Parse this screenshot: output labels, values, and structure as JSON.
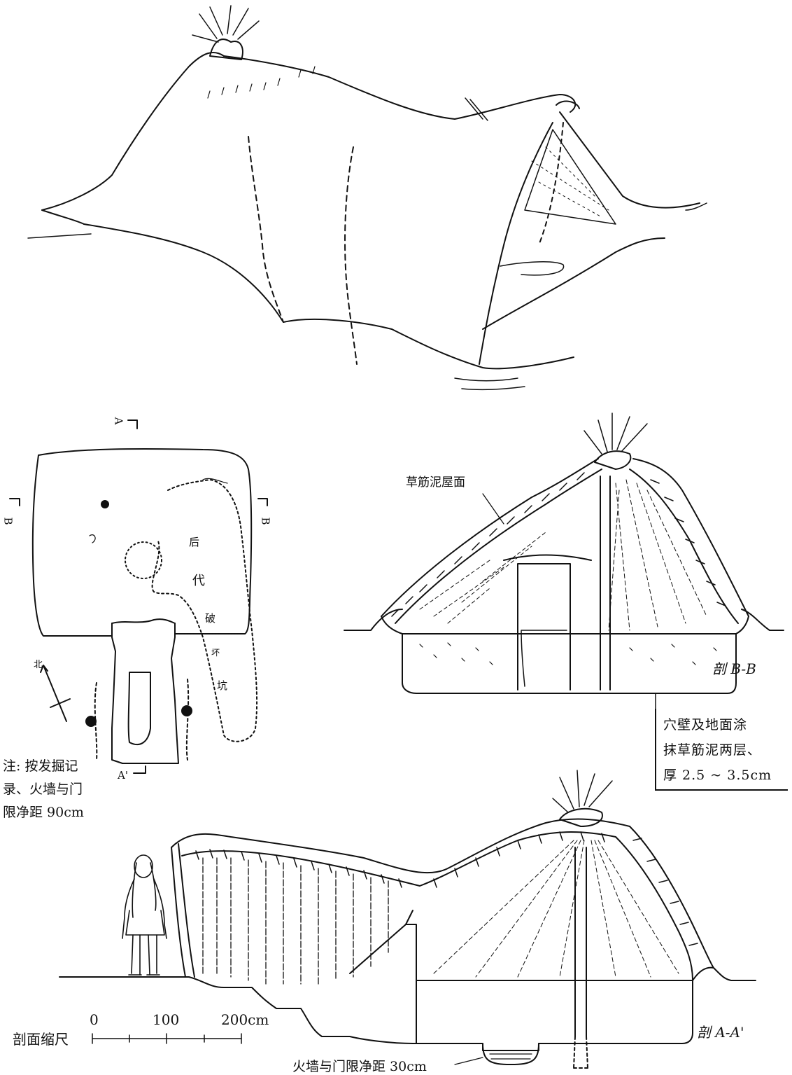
{
  "labels": {
    "roof_label": "草筋泥屋面",
    "section_bb": "剖 B-B",
    "section_aa": "剖 A-A'",
    "wall_note": [
      "穴壁及地面涂",
      "抹草筋泥两层、",
      "厚 2.5 ~ 3.5cm"
    ],
    "plan_note": [
      "注: 按发掘记",
      "录、火墙与门",
      "限净距 90cm"
    ],
    "scale_title": "剖面缩尺",
    "scale_ticks": [
      "0",
      "100",
      "200cm"
    ],
    "fire_wall_note": "火墙与门限净距 30cm"
  },
  "plan": {
    "marker_a_top": "A",
    "marker_a_bottom": "A'",
    "marker_b_left": "B",
    "marker_b_right": "B",
    "north": "北",
    "later_pit_chars": [
      "后",
      "代",
      "破",
      "坏",
      "坑"
    ]
  }
}
